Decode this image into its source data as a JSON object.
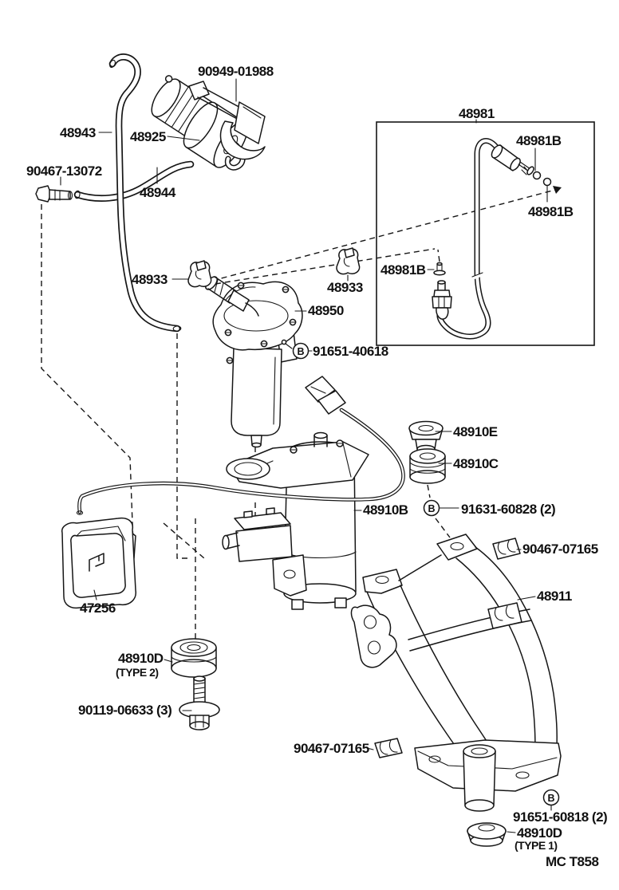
{
  "colors": {
    "line": "#161616",
    "background": "#ffffff",
    "text": "#111111"
  },
  "drawing_code": "MC T858",
  "b_marker": "B",
  "labels": {
    "p90949_01988": "90949-01988",
    "p48943": "48943",
    "p48925": "48925",
    "p90467_13072": "90467-13072",
    "p48944": "48944",
    "p48981": "48981",
    "p48981B_1": "48981B",
    "p48981B_2": "48981B",
    "p48981B_3": "48981B",
    "p48933_left": "48933",
    "p48933_right": "48933",
    "p48950": "48950",
    "p91651_40618": "91651-40618",
    "p48910E": "48910E",
    "p48910C": "48910C",
    "p48910B": "48910B",
    "p91631_60828": "91631-60828 (2)",
    "p90467_07165_upper": "90467-07165",
    "p48911": "48911",
    "p47256": "47256",
    "p48910D_type2": "48910D",
    "p48910D_type2_sub": "(TYPE 2)",
    "p90119_06633": "90119-06633 (3)",
    "p90467_07165_lower": "90467-07165",
    "p91651_60818": "91651-60818 (2)",
    "p48910D_type1": "48910D",
    "p48910D_type1_sub": "(TYPE 1)"
  }
}
